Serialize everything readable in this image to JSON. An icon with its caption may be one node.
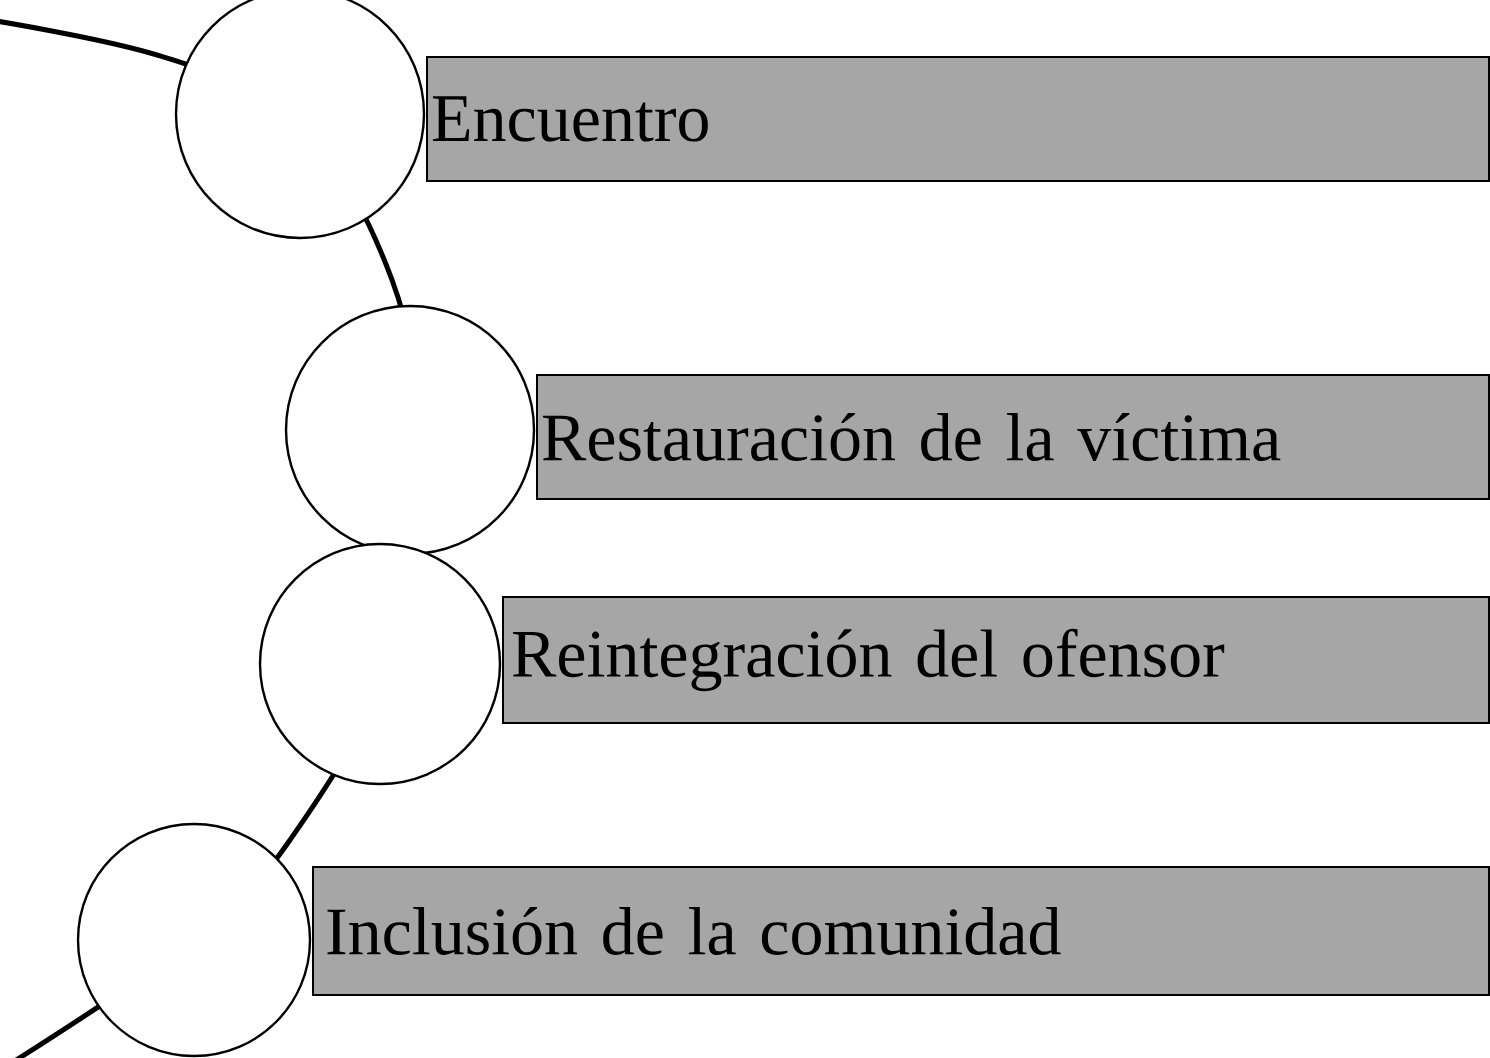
{
  "diagram": {
    "nodes": [
      {
        "text": [],
        "shape": "circle"
      },
      {
        "text": [
          "Encuentro"
        ]
      },
      {
        "text": [],
        "shape": "circle"
      },
      {
        "text": [
          "Restauración de la víctima"
        ]
      },
      {
        "text": [],
        "shape": "circle"
      },
      {
        "text": [
          "Reintegración del ofensor"
        ]
      },
      {
        "text": [],
        "shape": "circle"
      },
      {
        "text": [
          "Inclusión de la comunidad"
        ]
      }
    ]
  }
}
